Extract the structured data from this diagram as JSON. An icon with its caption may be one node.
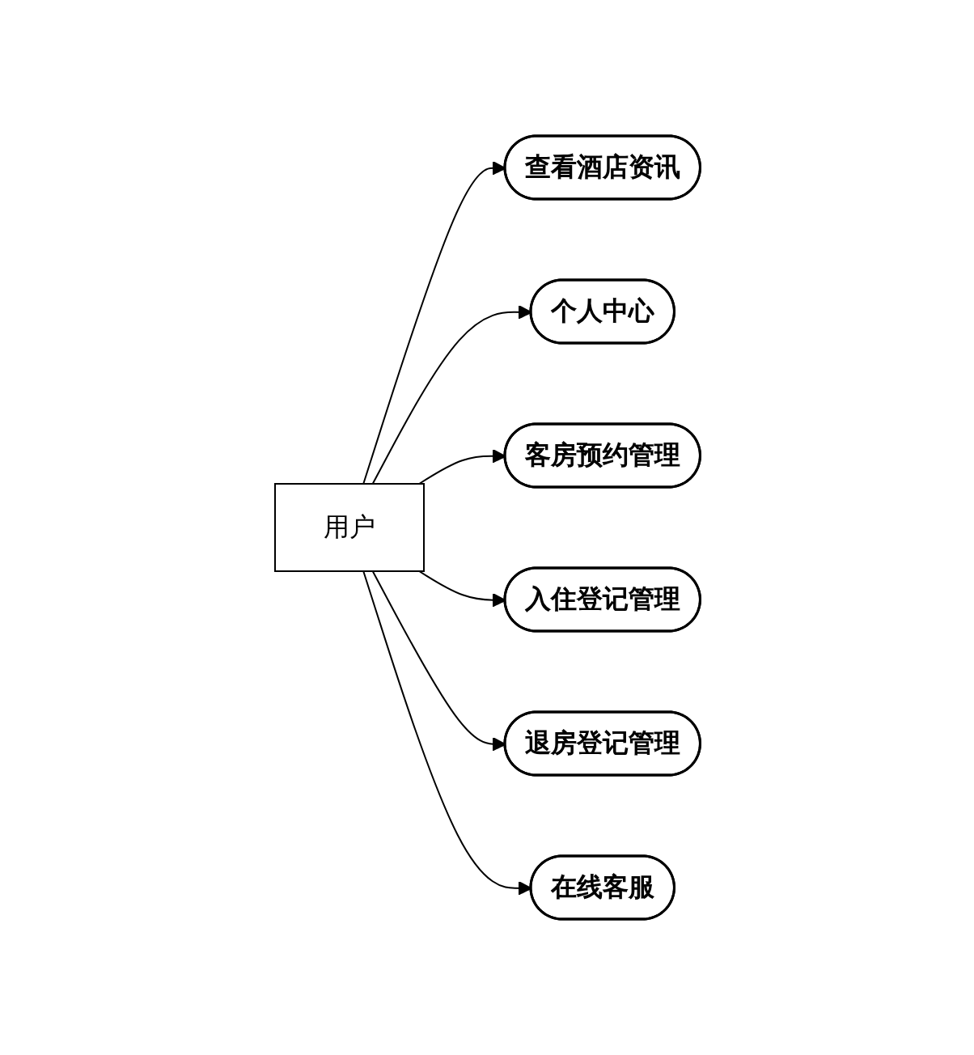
{
  "diagram": {
    "nodes": [
      {
        "text": [
          "用户"
        ]
      },
      {
        "text": [
          "查看酒店资讯"
        ]
      },
      {
        "text": [
          "个人中心"
        ]
      },
      {
        "text": [
          "客房预约管理"
        ]
      },
      {
        "text": [
          "入住登记管理"
        ]
      },
      {
        "text": [
          "退房登记管理"
        ]
      },
      {
        "text": [
          "在线客服"
        ]
      }
    ],
    "edges": [
      {
        "from": 0,
        "to": 1,
        "arrow": "to"
      },
      {
        "from": 0,
        "to": 2,
        "arrow": "to"
      },
      {
        "from": 0,
        "to": 3,
        "arrow": "to"
      },
      {
        "from": 0,
        "to": 4,
        "arrow": "to"
      },
      {
        "from": 0,
        "to": 5,
        "arrow": "to"
      },
      {
        "from": 0,
        "to": 6,
        "arrow": "to"
      }
    ]
  }
}
